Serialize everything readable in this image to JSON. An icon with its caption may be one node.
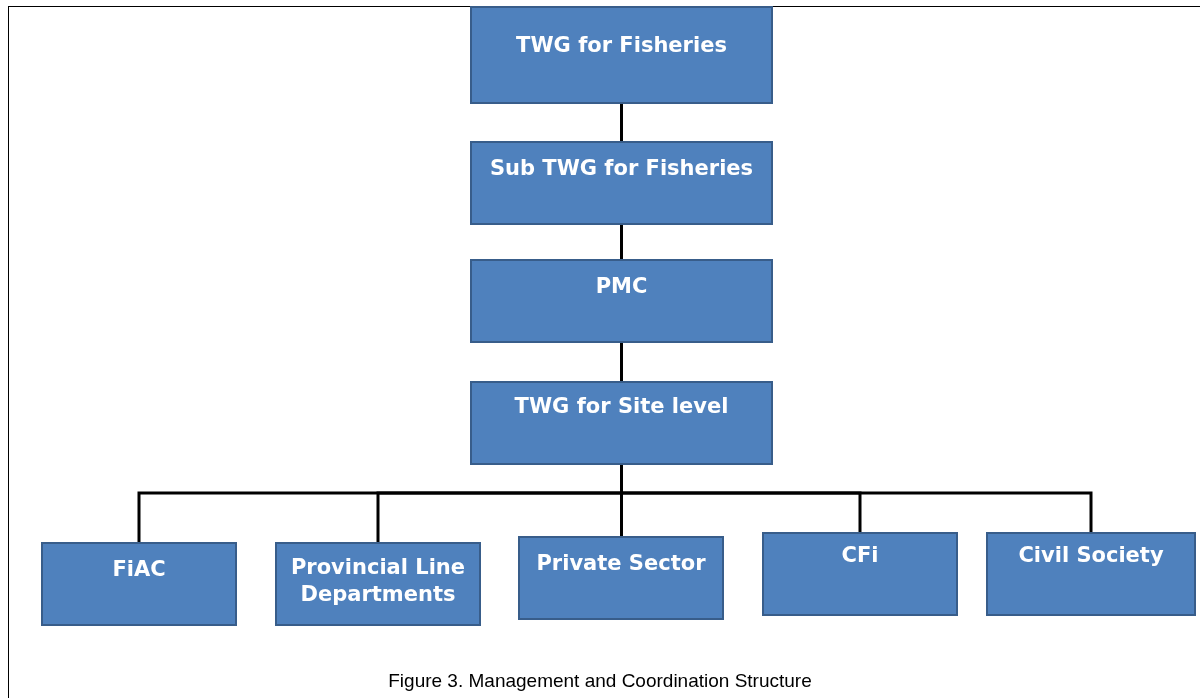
{
  "diagram": {
    "caption": "Figure 3. Management and Coordination Structure",
    "nodes": [
      {
        "text": [
          "TWG for Fisheries"
        ]
      },
      {
        "text": [
          "Sub TWG for Fisheries"
        ]
      },
      {
        "text": [
          "PMC"
        ]
      },
      {
        "text": [
          "TWG for Site level"
        ]
      },
      {
        "text": [
          "FiAC"
        ]
      },
      {
        "text": [
          "Provincial Line Departments"
        ]
      },
      {
        "text": [
          "Private Sector"
        ]
      },
      {
        "text": [
          "CFi"
        ]
      },
      {
        "text": [
          "Civil Society"
        ]
      }
    ],
    "edges": [
      {
        "from": 0,
        "to": 1,
        "arrow": "none"
      },
      {
        "from": 1,
        "to": 2,
        "arrow": "none"
      },
      {
        "from": 2,
        "to": 3,
        "arrow": "none"
      },
      {
        "from": 3,
        "to": 4,
        "arrow": "none"
      },
      {
        "from": 3,
        "to": 5,
        "arrow": "none"
      },
      {
        "from": 3,
        "to": 6,
        "arrow": "none"
      },
      {
        "from": 3,
        "to": 7,
        "arrow": "none"
      },
      {
        "from": 3,
        "to": 8,
        "arrow": "none"
      }
    ]
  }
}
